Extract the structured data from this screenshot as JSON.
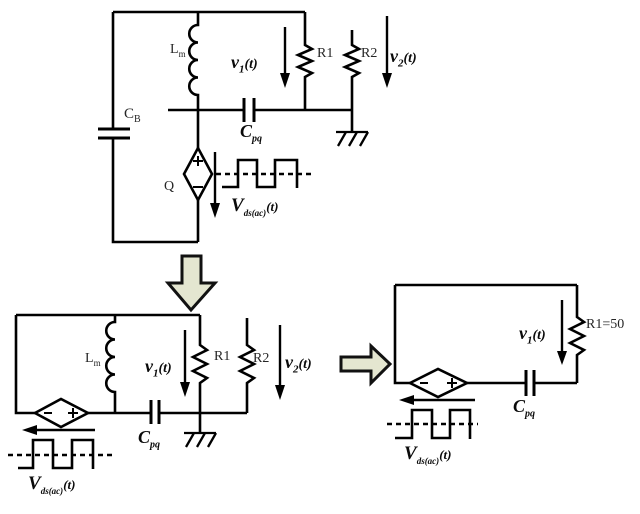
{
  "background": "#ffffff",
  "colors": {
    "line": "#000000",
    "block_arrow_fill": "#e4e6d0",
    "block_arrow_stroke": "#111111"
  },
  "circuits": {
    "top": {
      "labels": {
        "cb": {
          "main": "C",
          "sub": "B"
        },
        "lm": {
          "main": "L",
          "sub": "m"
        },
        "v1": {
          "main": "v",
          "sub": "1",
          "rest": "(t)"
        },
        "r1": {
          "text": "R1"
        },
        "r2": {
          "text": "R2"
        },
        "v2": {
          "main": "v",
          "sub": "2",
          "rest": "(t)"
        },
        "cpq": {
          "main": "C",
          "sub": "pq"
        },
        "q": {
          "text": "Q"
        },
        "vds": {
          "main": "V",
          "sub": "ds(ac)",
          "rest": "(t)"
        }
      }
    },
    "bottom_left": {
      "labels": {
        "lm": {
          "main": "L",
          "sub": "m"
        },
        "v1": {
          "main": "v",
          "sub": "1",
          "rest": "(t)"
        },
        "r1": {
          "text": "R1"
        },
        "r2": {
          "text": "R2"
        },
        "v2": {
          "main": "v",
          "sub": "2",
          "rest": "(t)"
        },
        "cpq": {
          "main": "C",
          "sub": "pq"
        },
        "vds": {
          "main": "V",
          "sub": "ds(ac)",
          "rest": "(t)"
        }
      }
    },
    "bottom_right": {
      "labels": {
        "v1": {
          "main": "v",
          "sub": "1",
          "rest": "(t)"
        },
        "r1": {
          "text": "R1=50"
        },
        "cpq": {
          "main": "C",
          "sub": "pq"
        },
        "vds": {
          "main": "V",
          "sub": "ds(ac)",
          "rest": "(t)"
        }
      }
    }
  }
}
